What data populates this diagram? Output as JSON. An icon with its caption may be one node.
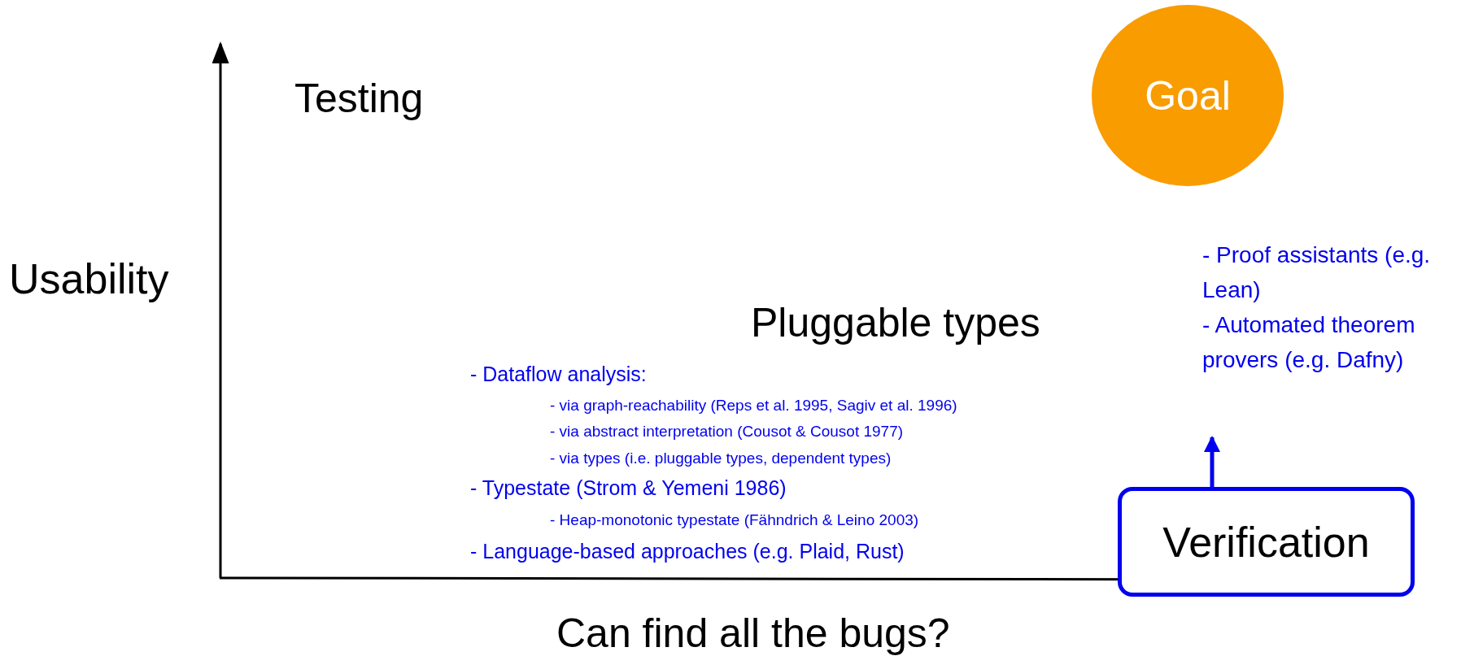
{
  "diagram": {
    "nodes": [
      {
        "text": [
          "Goal"
        ]
      },
      {
        "text": [
          "- Proof assistants (e.g. Lean)",
          "- Automated theorem provers (e.g. Dafny)"
        ]
      },
      {
        "text": [
          "Verification"
        ]
      }
    ],
    "edges": [
      {
        "from": 2,
        "to": 1,
        "arrow": "to"
      }
    ],
    "labels": [
      "Testing",
      "Usability",
      "Pluggable types",
      "- Dataflow analysis:",
      "- via graph-reachability (Reps et al. 1995, Sagiv et al. 1996)",
      "- via abstract interpretation (Cousot & Cousot 1977)",
      "- via types (i.e. pluggable types, dependent types)",
      "- Typestate (Strom & Yemeni 1986)",
      "- Heap-monotonic typestate (Fähndrich & Leino 2003)",
      "- Language-based approaches (e.g. Plaid, Rust)",
      "Can find all the bugs?"
    ]
  }
}
